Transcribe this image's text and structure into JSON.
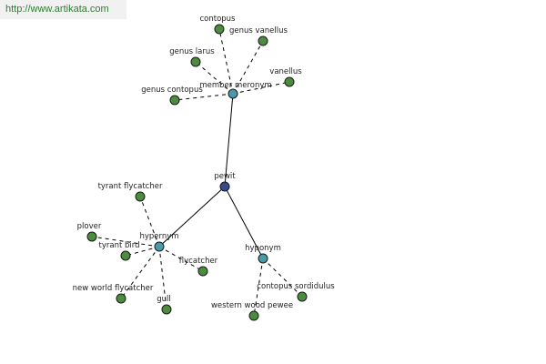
{
  "source": {
    "url": "http://www.artikata.com"
  },
  "colors": {
    "root": "#3b4a8c",
    "relation": "#4a9aa8",
    "leaf": "#4b8c3f",
    "edge": "#000000"
  },
  "nodes": [
    {
      "id": "pewit",
      "label": "pewit",
      "kind": "root"
    },
    {
      "id": "member-meronym",
      "label": "member meronym",
      "kind": "relation"
    },
    {
      "id": "hypernym",
      "label": "hypernym",
      "kind": "relation"
    },
    {
      "id": "hyponym",
      "label": "hyponym",
      "kind": "relation"
    },
    {
      "id": "contopus",
      "label": "contopus",
      "kind": "leaf"
    },
    {
      "id": "genus-vanellus",
      "label": "genus vanellus",
      "kind": "leaf"
    },
    {
      "id": "genus-larus",
      "label": "genus larus",
      "kind": "leaf"
    },
    {
      "id": "vanellus",
      "label": "vanellus",
      "kind": "leaf"
    },
    {
      "id": "genus-contopus",
      "label": "genus contopus",
      "kind": "leaf"
    },
    {
      "id": "tyrant-flycatcher",
      "label": "tyrant flycatcher",
      "kind": "leaf"
    },
    {
      "id": "plover",
      "label": "plover",
      "kind": "leaf"
    },
    {
      "id": "tyrant-bird",
      "label": "tyrant bird",
      "kind": "leaf"
    },
    {
      "id": "flycatcher",
      "label": "flycatcher",
      "kind": "leaf"
    },
    {
      "id": "new-world-flycatcher",
      "label": "new world flycatcher",
      "kind": "leaf"
    },
    {
      "id": "gull",
      "label": "gull",
      "kind": "leaf"
    },
    {
      "id": "contopus-sordidulus",
      "label": "contopus sordidulus",
      "kind": "leaf"
    },
    {
      "id": "western-wood-pewee",
      "label": "western wood pewee",
      "kind": "leaf"
    }
  ],
  "edges": [
    {
      "from": "pewit",
      "to": "member-meronym",
      "style": "solid"
    },
    {
      "from": "pewit",
      "to": "hypernym",
      "style": "solid"
    },
    {
      "from": "pewit",
      "to": "hyponym",
      "style": "solid"
    },
    {
      "from": "member-meronym",
      "to": "contopus",
      "style": "dashed"
    },
    {
      "from": "member-meronym",
      "to": "genus-vanellus",
      "style": "dashed"
    },
    {
      "from": "member-meronym",
      "to": "genus-larus",
      "style": "dashed"
    },
    {
      "from": "member-meronym",
      "to": "vanellus",
      "style": "dashed"
    },
    {
      "from": "member-meronym",
      "to": "genus-contopus",
      "style": "dashed"
    },
    {
      "from": "hypernym",
      "to": "tyrant-flycatcher",
      "style": "dashed"
    },
    {
      "from": "hypernym",
      "to": "plover",
      "style": "dashed"
    },
    {
      "from": "hypernym",
      "to": "tyrant-bird",
      "style": "dashed"
    },
    {
      "from": "hypernym",
      "to": "flycatcher",
      "style": "dashed"
    },
    {
      "from": "hypernym",
      "to": "new-world-flycatcher",
      "style": "dashed"
    },
    {
      "from": "hypernym",
      "to": "gull",
      "style": "dashed"
    },
    {
      "from": "hyponym",
      "to": "contopus-sordidulus",
      "style": "dashed"
    },
    {
      "from": "hyponym",
      "to": "western-wood-pewee",
      "style": "dashed"
    }
  ]
}
